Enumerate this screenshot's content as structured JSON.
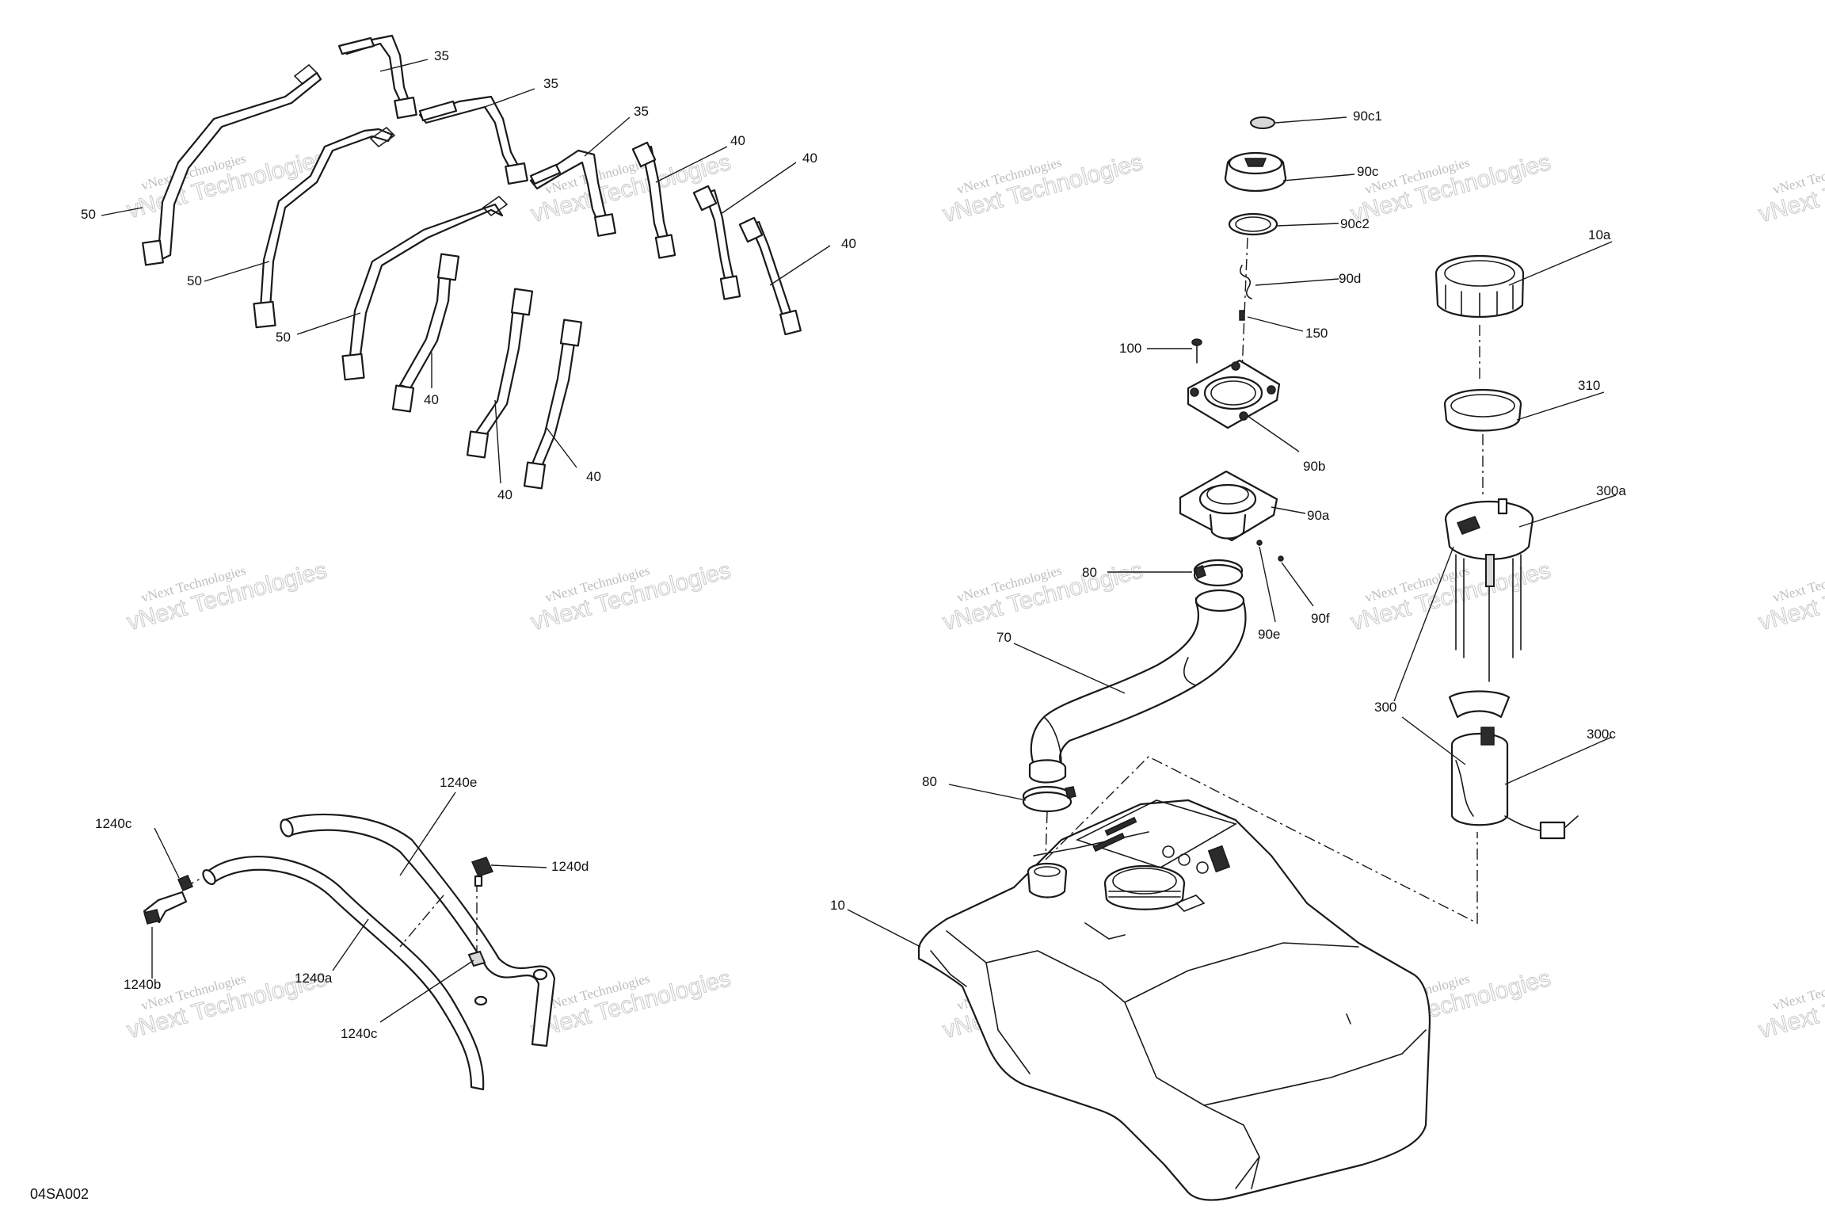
{
  "diagram_code": "04SA002",
  "watermark": {
    "line1": "vNext Technologies",
    "line2": "vNext Technologies"
  },
  "callouts": {
    "c35a": "35",
    "c35b": "35",
    "c35c": "35",
    "c40a": "40",
    "c40b": "40",
    "c40c": "40",
    "c40d": "40",
    "c40e": "40",
    "c40f": "40",
    "c50a": "50",
    "c50b": "50",
    "c50c": "50",
    "c90c1": "90c1",
    "c90c": "90c",
    "c90c2": "90c2",
    "c90d": "90d",
    "c150": "150",
    "c100": "100",
    "c90b": "90b",
    "c90a": "90a",
    "c80a": "80",
    "c80b": "80",
    "c90e": "90e",
    "c90f": "90f",
    "c70": "70",
    "c10": "10",
    "c10a": "10a",
    "c310": "310",
    "c300a": "300a",
    "c300": "300",
    "c300c": "300c",
    "c1240e": "1240e",
    "c1240c_a": "1240c",
    "c1240d": "1240d",
    "c1240b": "1240b",
    "c1240a": "1240a",
    "c1240c_b": "1240c"
  }
}
